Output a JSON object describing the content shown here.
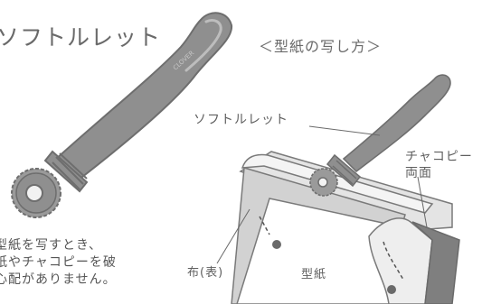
{
  "title_left": "ソフトルレット",
  "title_right": "＜型紙の写し方＞",
  "label_roulette": "ソフトルレット",
  "label_chaco": [
    "チャコピー",
    "両面"
  ],
  "label_fabric": "布(表)",
  "label_pattern": "型紙",
  "brand_mark": "CLOVER",
  "description": [
    "型紙を写すとき、",
    "紙やチャコピーを破",
    "心配がありません。"
  ],
  "colors": {
    "tool_body": "#8f8f8f",
    "tool_outline": "#6e6e6e",
    "paper_fill": "#d2d2d2",
    "fabric_dark": "#7f7f7f",
    "chaco_fill": "#eeeeee"
  }
}
